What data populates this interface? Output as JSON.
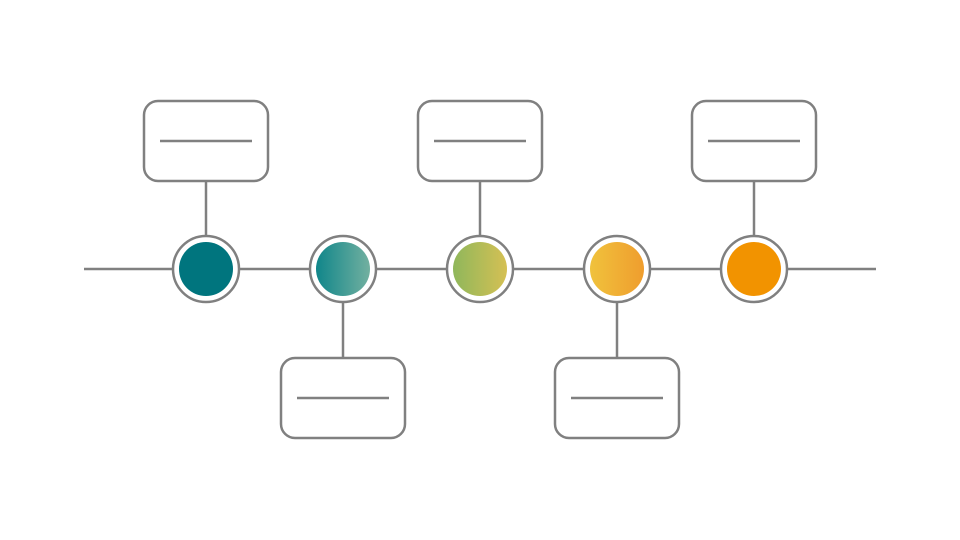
{
  "diagram": {
    "type": "timeline",
    "colors": {
      "stroke": "#808080",
      "background": "#ffffff"
    },
    "milestones": [
      {
        "id": 1,
        "label_position": "above",
        "fill_from": "#00757e",
        "fill_to": "#00757e",
        "label": ""
      },
      {
        "id": 2,
        "label_position": "below",
        "fill_from": "#10868a",
        "fill_to": "#72b0a0",
        "label": ""
      },
      {
        "id": 3,
        "label_position": "above",
        "fill_from": "#8fb75b",
        "fill_to": "#d5c054",
        "label": ""
      },
      {
        "id": 4,
        "label_position": "below",
        "fill_from": "#f0c23c",
        "fill_to": "#ef9d2e",
        "label": ""
      },
      {
        "id": 5,
        "label_position": "above",
        "fill_from": "#f29300",
        "fill_to": "#f29300",
        "label": ""
      }
    ]
  }
}
